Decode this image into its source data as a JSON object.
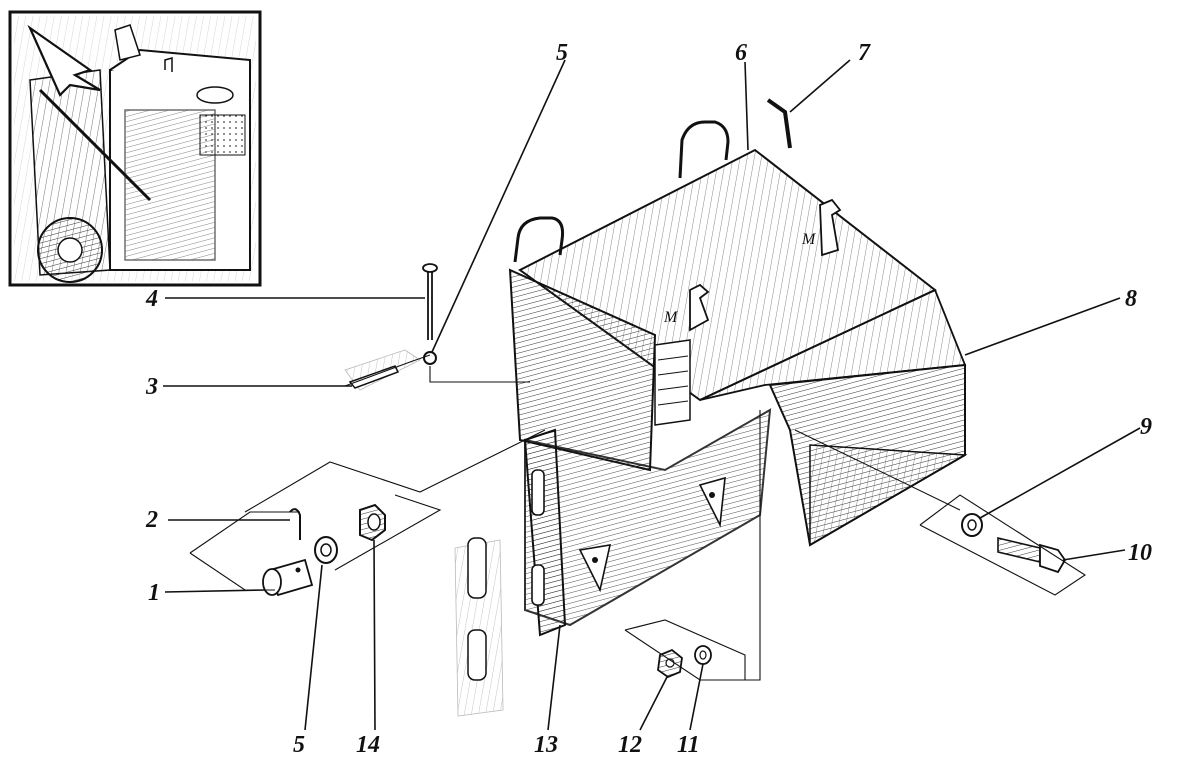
{
  "diagram": {
    "callouts": [
      {
        "id": "c1",
        "label": "1"
      },
      {
        "id": "c2",
        "label": "2"
      },
      {
        "id": "c3",
        "label": "3"
      },
      {
        "id": "c4",
        "label": "4"
      },
      {
        "id": "c5a",
        "label": "5"
      },
      {
        "id": "c5b",
        "label": "5"
      },
      {
        "id": "c6",
        "label": "6"
      },
      {
        "id": "c7",
        "label": "7"
      },
      {
        "id": "c8",
        "label": "8"
      },
      {
        "id": "c9",
        "label": "9"
      },
      {
        "id": "c10",
        "label": "10"
      },
      {
        "id": "c11",
        "label": "11"
      },
      {
        "id": "c12",
        "label": "12"
      },
      {
        "id": "c13",
        "label": "13"
      },
      {
        "id": "c14",
        "label": "14"
      }
    ],
    "inset_markers": [
      {
        "id": "im",
        "label": "M"
      }
    ]
  }
}
